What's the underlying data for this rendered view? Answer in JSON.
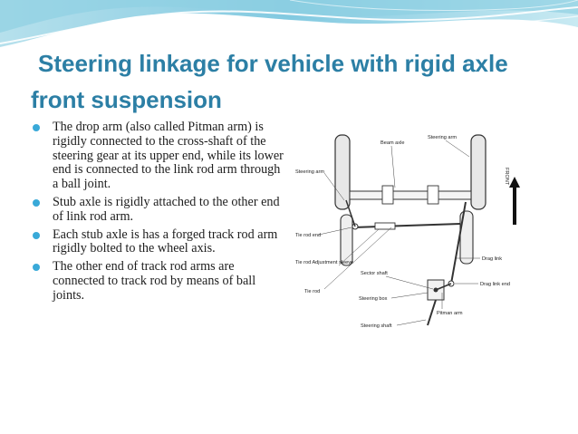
{
  "slide": {
    "title_line1": "Steering linkage for vehicle with rigid axle",
    "title_line2": "front suspension",
    "accent_color": "#2c7fa5",
    "bullet_color": "#39a9d8"
  },
  "bullets": [
    "The drop arm (also called Pitman arm) is rigidly connected to the cross-shaft of  the steering gear at its upper end, while its lower end is connected  to the link rod  arm through a ball joint.",
    "Stub axle is  rigidly attached to the other end of link rod arm.",
    "Each stub axle is has a forged track rod arm rigidly bolted to the wheel axis.",
    "The other end of track rod arms are connected to track rod  by means of ball joints."
  ],
  "diagram": {
    "labels": {
      "beam_axle": "Beam axle",
      "steering_arm_top": "Steering arm",
      "steering_arm_left": "Steering arm",
      "tie_rod_end": "Tie rod end",
      "tie_rod_adjustment_sleeve": "Tie rod Adjustment sleeve",
      "tie_rod": "Tie rod",
      "sector_shaft": "Sector shaft",
      "steering_box": "Steering box",
      "steering_shaft": "Steering shaft",
      "pitman_arm": "Pitman arm",
      "drag_link": "Drag link",
      "drag_link_end": "Drag link end",
      "front": "FRONT"
    }
  }
}
